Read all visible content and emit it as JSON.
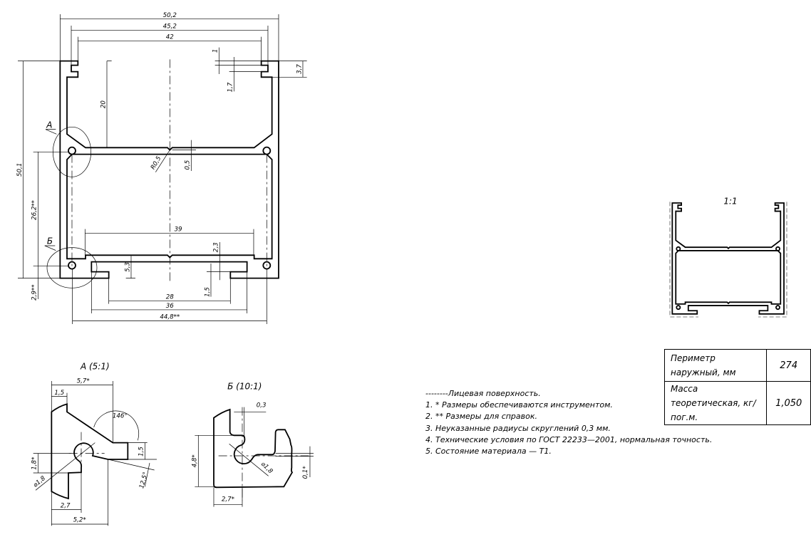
{
  "main_view": {
    "dimensions": {
      "width_overall": "50,2",
      "width_lips_outer": "45,2",
      "width_lips_inner": "42",
      "height_overall": "50,1",
      "height_groove": "26,2**",
      "groove_offset": "2,9**",
      "upper_depth": "20",
      "lip_1": "1",
      "lip_1_7": "1,7",
      "lip_3_7": "3,7",
      "web_0_5": "0,5",
      "radius": "R0,5",
      "bottom_39": "39",
      "bottom_2_3": "2,3",
      "bottom_5_3": "5,3",
      "bottom_1_5": "1,5",
      "slot_28": "28",
      "slot_36": "36",
      "groove_span": "44,8**"
    },
    "detail_marks": {
      "a": "А",
      "b": "Б"
    }
  },
  "detail_a": {
    "title": "А (5:1)",
    "dims": {
      "w57": "5,7*",
      "w15": "1,5",
      "angle": "146°",
      "h15": "1,5",
      "angle2": "12,5°",
      "h18": "1,8*",
      "dia": "⌀1,8",
      "w27": "2,7",
      "w52": "5,2*"
    }
  },
  "detail_b": {
    "title": "Б (10:1)",
    "dims": {
      "w03": "0,3",
      "h48": "4,8*",
      "dia": "⌀1,8",
      "w27": "2,7*",
      "h01": "0,1*"
    }
  },
  "scale_view": {
    "label": "1:1"
  },
  "notes": [
    "--------Лицевая поверхность.",
    "1. * Размеры обеспечиваются инструментом.",
    "2. ** Размеры для справок.",
    "3. Неуказанные радиусы скруглений 0,3 мм.",
    "4. Технические условия по ГОСТ 22233—2001, нормальная точность.",
    "5. Состояние материала — Т1."
  ],
  "properties": [
    {
      "label": "Периметр наружный, мм",
      "value": "274"
    },
    {
      "label": "Масса теоретическая, кг/пог.м.",
      "value": "1,050"
    }
  ]
}
